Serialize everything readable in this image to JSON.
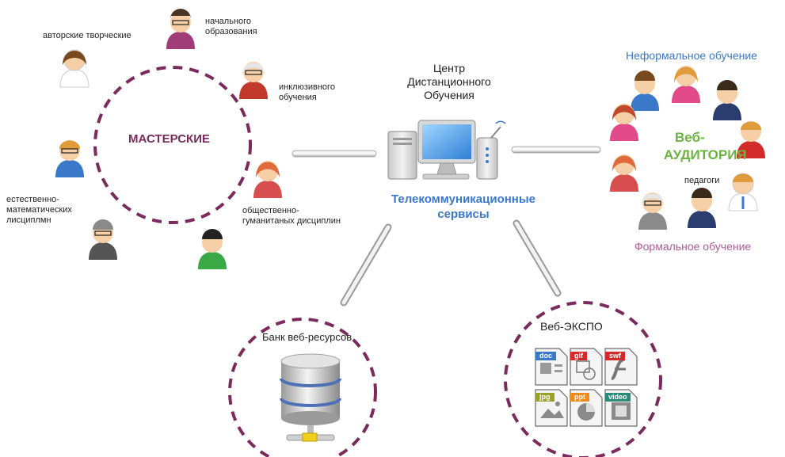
{
  "colors": {
    "accent_purple": "#7a2a5c",
    "telecom_blue": "#3a78c9",
    "web_green": "#6cb33f",
    "formal_pink": "#b05a9a",
    "informal_blue": "#3a78c9"
  },
  "workshops": {
    "title": "МАСТЕРСКИЕ",
    "author": "авторские творческие",
    "primary": "начального образования",
    "inclusive": "инклюзивного обучения",
    "science": "естественно-математических лисциплмн",
    "humanities": "общественно-гуманитаныx дисциплин"
  },
  "center": {
    "title": "Центр Дистанционного Обучения",
    "services": "Телекоммуникационные сервисы"
  },
  "audience": {
    "informal": "Неформальное обучение",
    "title_line1": "Веб-",
    "title_line2": "АУДИТОРИЯ",
    "teachers": "педагоги",
    "formal": "Формальное обучение"
  },
  "bank": {
    "title": "Банк  веб-ресурсов"
  },
  "expo": {
    "title": "Веб-ЭКСПО",
    "files": [
      "doc",
      "gif",
      "swf",
      "jpg",
      "ppt",
      "video"
    ]
  },
  "icons": [
    "person-icon",
    "computer-icon",
    "wifi-router-icon",
    "database-icon",
    "file-icon"
  ]
}
